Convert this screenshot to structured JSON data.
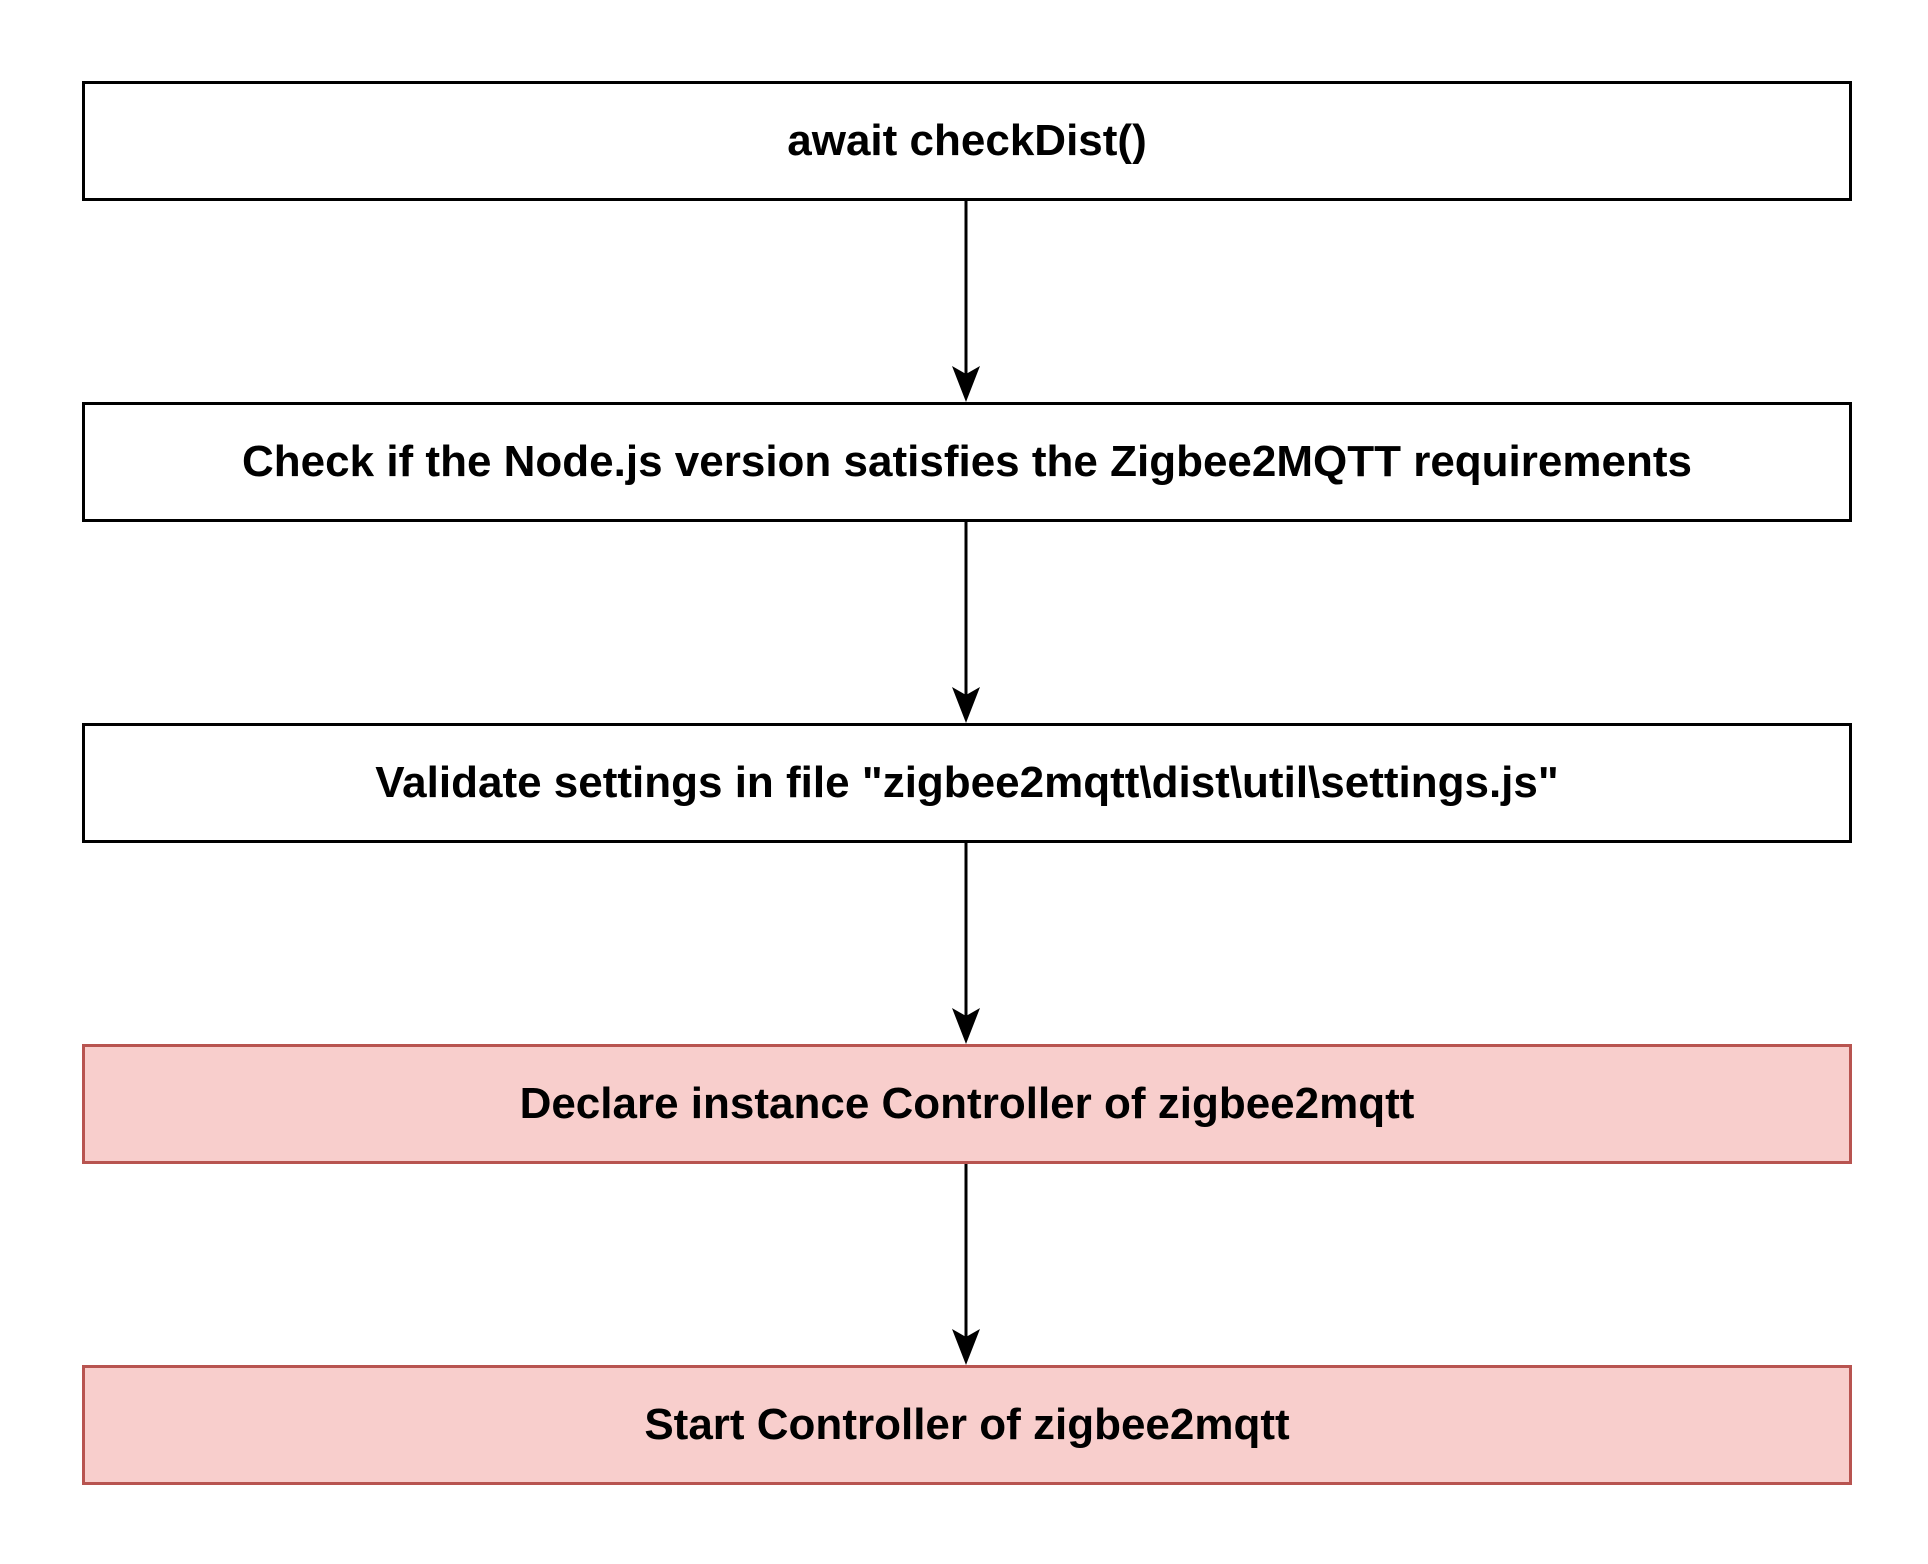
{
  "colors": {
    "default_fill": "#ffffff",
    "default_stroke": "#000000",
    "highlight_fill": "#f8cecc",
    "highlight_stroke": "#b85450",
    "arrow": "#000000"
  },
  "steps": [
    {
      "label": "await checkDist()",
      "style": "default"
    },
    {
      "label": "Check if the Node.js version satisfies the Zigbee2MQTT requirements",
      "style": "default"
    },
    {
      "label": "Validate settings in file \"zigbee2mqtt\\dist\\util\\settings.js\"",
      "style": "default"
    },
    {
      "label": "Declare instance Controller of zigbee2mqtt",
      "style": "highlight"
    },
    {
      "label": "Start Controller of zigbee2mqtt",
      "style": "highlight"
    }
  ],
  "connections": [
    {
      "from": 0,
      "to": 1
    },
    {
      "from": 1,
      "to": 2
    },
    {
      "from": 2,
      "to": 3
    },
    {
      "from": 3,
      "to": 4
    }
  ]
}
